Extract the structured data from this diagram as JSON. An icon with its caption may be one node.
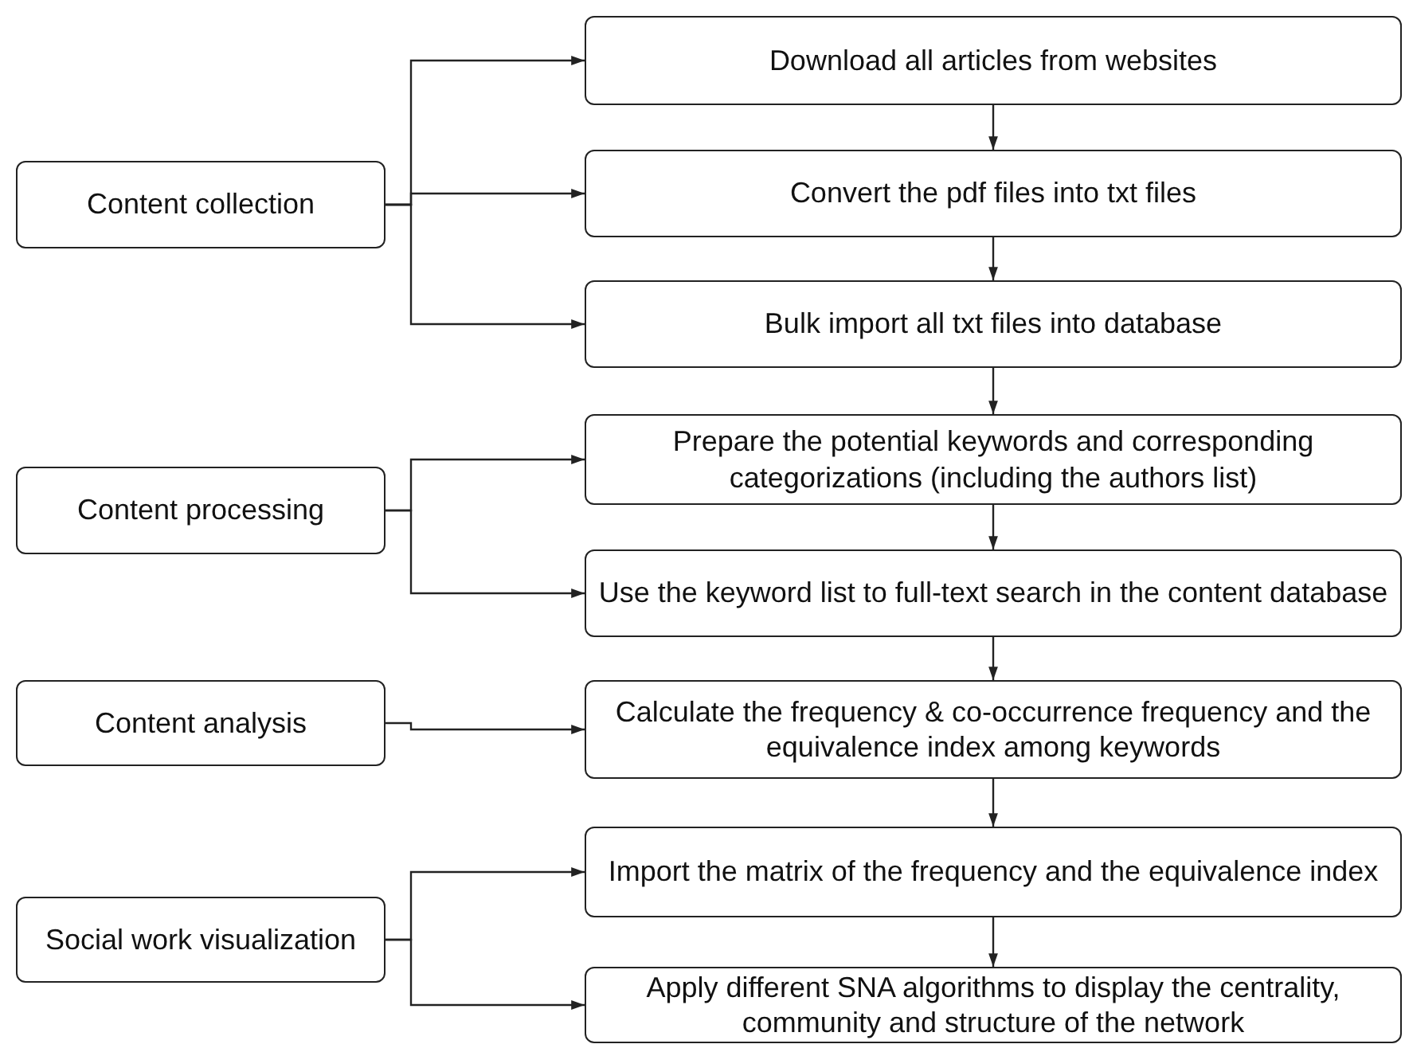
{
  "diagram": {
    "nodes": [
      {
        "text": [
          "Content collection"
        ]
      },
      {
        "text": [
          "Download all articles from websites"
        ]
      },
      {
        "text": [
          "Convert the pdf files into txt files"
        ]
      },
      {
        "text": [
          "Bulk import all txt files into database"
        ]
      },
      {
        "text": [
          "Content processing"
        ]
      },
      {
        "text": [
          "Prepare the potential keywords and corresponding categorizations (including the authors list)"
        ]
      },
      {
        "text": [
          "Use the keyword list to full-text search in the content database"
        ]
      },
      {
        "text": [
          "Content analysis"
        ]
      },
      {
        "text": [
          "Calculate the frequency & co-occurrence frequency and the equivalence index among keywords"
        ]
      },
      {
        "text": [
          "Social work visualization"
        ]
      },
      {
        "text": [
          "Import the matrix of the frequency and the equivalence index"
        ]
      },
      {
        "text": [
          "Apply different SNA algorithms to display the centrality, community and structure of the network"
        ]
      }
    ],
    "edges": [
      {
        "from": 0,
        "to": 1,
        "arrow": "to"
      },
      {
        "from": 0,
        "to": 2,
        "arrow": "to"
      },
      {
        "from": 0,
        "to": 3,
        "arrow": "to"
      },
      {
        "from": 1,
        "to": 2,
        "arrow": "to"
      },
      {
        "from": 2,
        "to": 3,
        "arrow": "to"
      },
      {
        "from": 3,
        "to": 5,
        "arrow": "to"
      },
      {
        "from": 4,
        "to": 5,
        "arrow": "to"
      },
      {
        "from": 4,
        "to": 6,
        "arrow": "to"
      },
      {
        "from": 5,
        "to": 6,
        "arrow": "to"
      },
      {
        "from": 6,
        "to": 8,
        "arrow": "to"
      },
      {
        "from": 7,
        "to": 8,
        "arrow": "to"
      },
      {
        "from": 8,
        "to": 10,
        "arrow": "to"
      },
      {
        "from": 9,
        "to": 10,
        "arrow": "to"
      },
      {
        "from": 9,
        "to": 11,
        "arrow": "to"
      },
      {
        "from": 10,
        "to": 11,
        "arrow": "to"
      }
    ]
  }
}
